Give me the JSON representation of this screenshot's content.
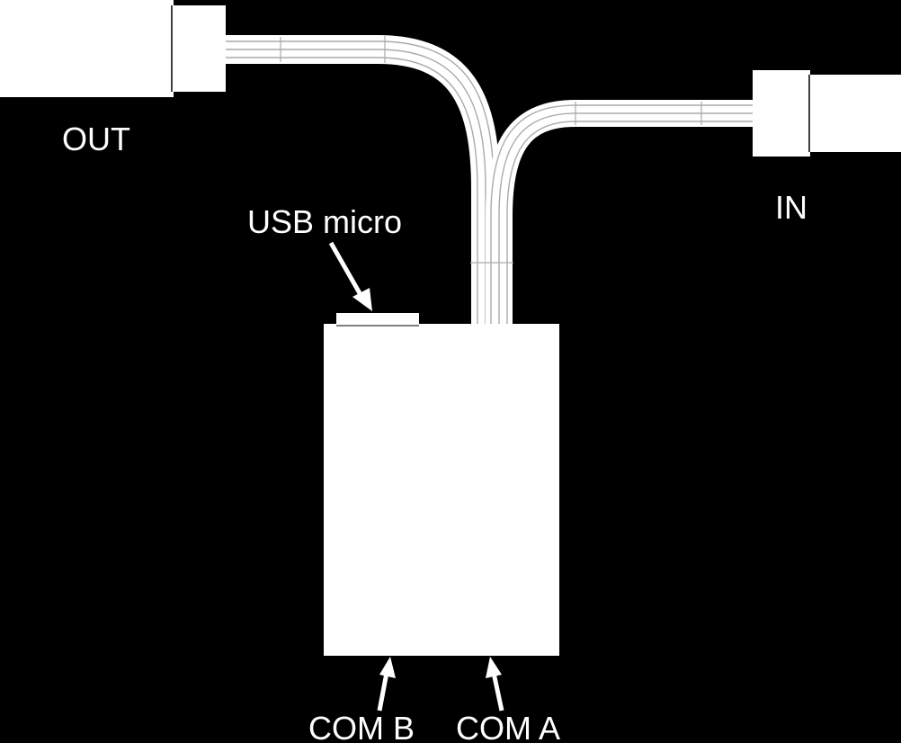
{
  "labels": {
    "out": "OUT",
    "in": "IN",
    "usb": "USB micro",
    "com_b": "COM B",
    "com_a": "COM A"
  },
  "colors": {
    "background": "#000000",
    "foreground": "#ffffff",
    "wire_line": "#999999"
  },
  "icons": {
    "out_connector": "servo-connector-icon",
    "in_connector": "servo-connector-icon",
    "module": "module-box-icon",
    "usb_port": "usb-port-icon"
  }
}
